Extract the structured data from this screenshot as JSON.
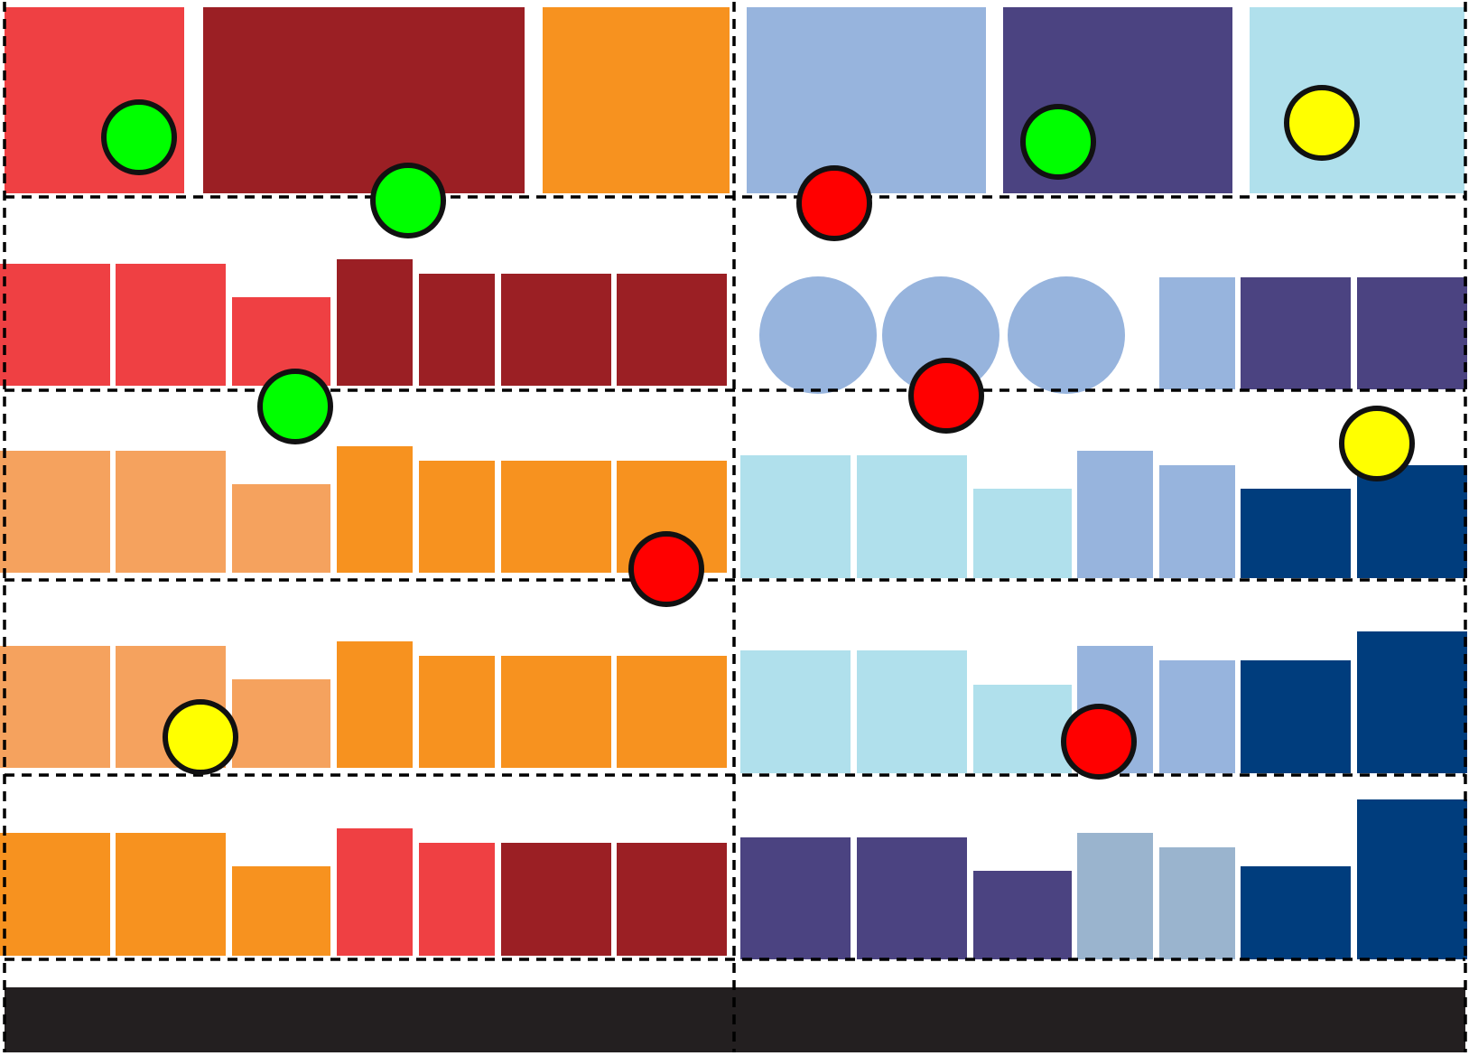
{
  "colors": {
    "red": "#ef4043",
    "dark_red": "#9b1f24",
    "orange": "#f7921f",
    "light_orange": "#f5a25e",
    "periwinkle": "#97b4dd",
    "gray_blue": "#9ab4ce",
    "indigo": "#4b4381",
    "light_blue": "#b0e0ec",
    "navy": "#003d7d",
    "marker_green": "#00ff00",
    "marker_red": "#ff0000",
    "marker_yellow": "#ffff00",
    "outline": "#111111",
    "footer_bar": "#231f20"
  },
  "grid": {
    "columns": 2,
    "rows": 6,
    "border_style": "dashed"
  },
  "blocks": {
    "top_row": [
      "red",
      "dark_red",
      "orange",
      "periwinkle",
      "indigo",
      "light_blue"
    ],
    "left_panels": [
      [
        "red",
        "red",
        "red",
        "dark_red",
        "dark_red",
        "dark_red",
        "dark_red"
      ],
      [
        "light_orange",
        "light_orange",
        "light_orange",
        "orange",
        "orange",
        "orange",
        "orange"
      ],
      [
        "light_orange",
        "light_orange",
        "light_orange",
        "orange",
        "orange",
        "orange",
        "orange"
      ],
      [
        "orange",
        "orange",
        "orange",
        "red",
        "red",
        "dark_red",
        "dark_red"
      ]
    ],
    "right_panels": [
      [
        "periwinkle",
        "periwinkle",
        "periwinkle",
        "periwinkle",
        "indigo",
        "indigo"
      ],
      [
        "light_blue",
        "light_blue",
        "light_blue",
        "periwinkle",
        "periwinkle",
        "navy",
        "navy"
      ],
      [
        "light_blue",
        "light_blue",
        "light_blue",
        "periwinkle",
        "periwinkle",
        "navy",
        "navy"
      ],
      [
        "indigo",
        "indigo",
        "indigo",
        "gray_blue",
        "gray_blue",
        "navy",
        "navy"
      ]
    ]
  },
  "markers": [
    "green",
    "green",
    "green",
    "yellow",
    "red",
    "green",
    "red",
    "red",
    "yellow",
    "yellow",
    "red"
  ]
}
